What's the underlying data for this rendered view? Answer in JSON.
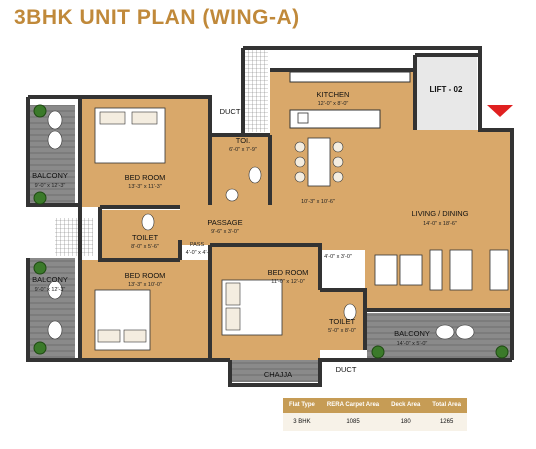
{
  "title": "3BHK UNIT PLAN (WING-A)",
  "rooms": {
    "balcony_top": {
      "name": "BALCONY",
      "dim": "9'-0\" x 12'-3\""
    },
    "bed_room_1": {
      "name": "BED ROOM",
      "dim": "13'-3\" x 11'-3\""
    },
    "duct_top": {
      "name": "DUCT"
    },
    "toilet_top": {
      "name": "TOI.",
      "dim": "6'-0\" x 7'-9\""
    },
    "kitchen": {
      "name": "KITCHEN",
      "dim": "12'-0\" x 8'-0\""
    },
    "lift": {
      "name": "LIFT - 02"
    },
    "dining_dim": {
      "dim": "10'-3\" x 10'-6\""
    },
    "living": {
      "name": "LIVING / DINING",
      "dim": "14'-0\" x 18'-6\""
    },
    "passage": {
      "name": "PASSAGE",
      "dim": "9'-6\" x 3'-0\""
    },
    "toilet_left": {
      "name": "TOILET",
      "dim": "8'-0\" x 5'-6\""
    },
    "pass_small": {
      "name": "PASS",
      "dim": "4'-0\" x 4'-"
    },
    "balcony_left": {
      "name": "BALCONY",
      "dim": "9'-0\" x 12'-3\""
    },
    "bed_room_2": {
      "name": "BED ROOM",
      "dim": "13'-3\" x 10'-0\""
    },
    "bed_room_3": {
      "name": "BED ROOM",
      "dim": "11'-0\" x 12'-0\""
    },
    "small_dim": {
      "dim": "4'-0\" x 3'-0\""
    },
    "toilet_right": {
      "name": "TOILET",
      "dim": "5'-0\" x 8'-0\""
    },
    "balcony_right": {
      "name": "BALCONY",
      "dim": "14'-0\" x 5'-0\""
    },
    "chajja": {
      "name": "CHAJJA"
    },
    "duct_bottom": {
      "name": "DUCT"
    }
  },
  "area_table": {
    "headers": [
      "Flat Type",
      "RERA Carpet Area",
      "Deck Area",
      "Total Area"
    ],
    "row": [
      "3 BHK",
      "1085",
      "180",
      "1265"
    ]
  },
  "colors": {
    "floor": "#d9a86a",
    "wall": "#333333",
    "balcony_floor": "#777777",
    "accent": "#c0893a",
    "marker": "#e02020"
  }
}
